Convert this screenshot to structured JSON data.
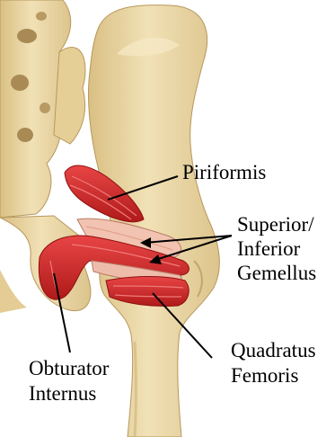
{
  "labels": {
    "piriformis": "Piriformis",
    "gemellus_line1": "Superior/",
    "gemellus_line2": "Inferior",
    "gemellus_line3": "Gemellus",
    "quadratus_line1": "Quadratus",
    "quadratus_line2": "Femoris",
    "obturator_line1": "Obturator",
    "obturator_line2": "Internus"
  },
  "colors": {
    "bone": "#ecd9a6",
    "bone_shadow": "#c9aa6e",
    "muscle": "#d62a2a",
    "muscle_dark": "#a41313",
    "tendon": "#f3cdb8",
    "leader_line": "#000000"
  }
}
